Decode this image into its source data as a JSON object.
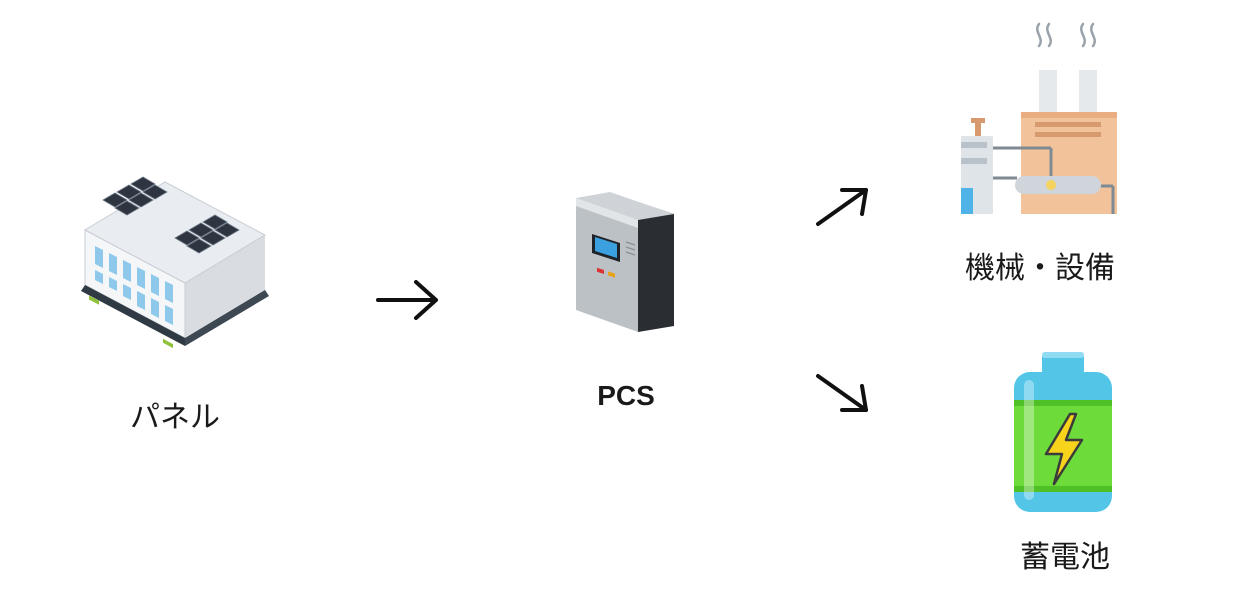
{
  "nodes": {
    "panel": {
      "label": "パネル",
      "icon": "solar-panel-building-icon"
    },
    "pcs": {
      "label": "PCS",
      "icon": "power-conditioner-icon"
    },
    "equipment": {
      "label": "機械・設備",
      "icon": "factory-equipment-icon"
    },
    "battery": {
      "label": "蓄電池",
      "icon": "battery-icon"
    }
  },
  "arrows": [
    {
      "from": "panel",
      "to": "pcs"
    },
    {
      "from": "pcs",
      "to": "equipment"
    },
    {
      "from": "pcs",
      "to": "battery"
    }
  ],
  "colors": {
    "building_white": "#f4f6f8",
    "window_blue": "#8ec8ea",
    "solar_panel": "#2e3440",
    "factory_peach": "#f2c29a",
    "battery_green": "#6ddb3a",
    "battery_cyan": "#53c6e8",
    "bolt_yellow": "#f7d31c",
    "arrow": "#111111"
  }
}
